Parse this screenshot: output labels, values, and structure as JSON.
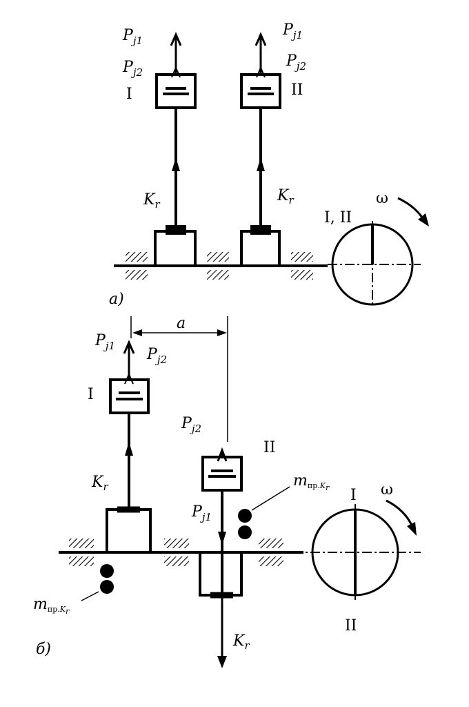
{
  "diagram": {
    "part_a": {
      "caption": "а)",
      "force_p1": {
        "base": "P",
        "sub": "j1"
      },
      "force_p2": {
        "base": "P",
        "sub": "j2"
      },
      "rod_force": {
        "base": "K",
        "sub": "r"
      },
      "cyl1": "I",
      "cyl2": "II",
      "omega": "ω",
      "circle_label": "I, II"
    },
    "part_b": {
      "caption": "б)",
      "force_p1": {
        "base": "P",
        "sub": "j1"
      },
      "force_p2": {
        "base": "P",
        "sub": "j2"
      },
      "rod_force": {
        "base": "K",
        "sub": "r"
      },
      "cyl1": "I",
      "cyl2": "II",
      "dimension": "a",
      "omega": "ω",
      "circle_top": "I",
      "circle_bottom": "II",
      "mass": {
        "base": "m",
        "sub": "пр.",
        "sub2": "K",
        "sub3": "r"
      }
    }
  }
}
